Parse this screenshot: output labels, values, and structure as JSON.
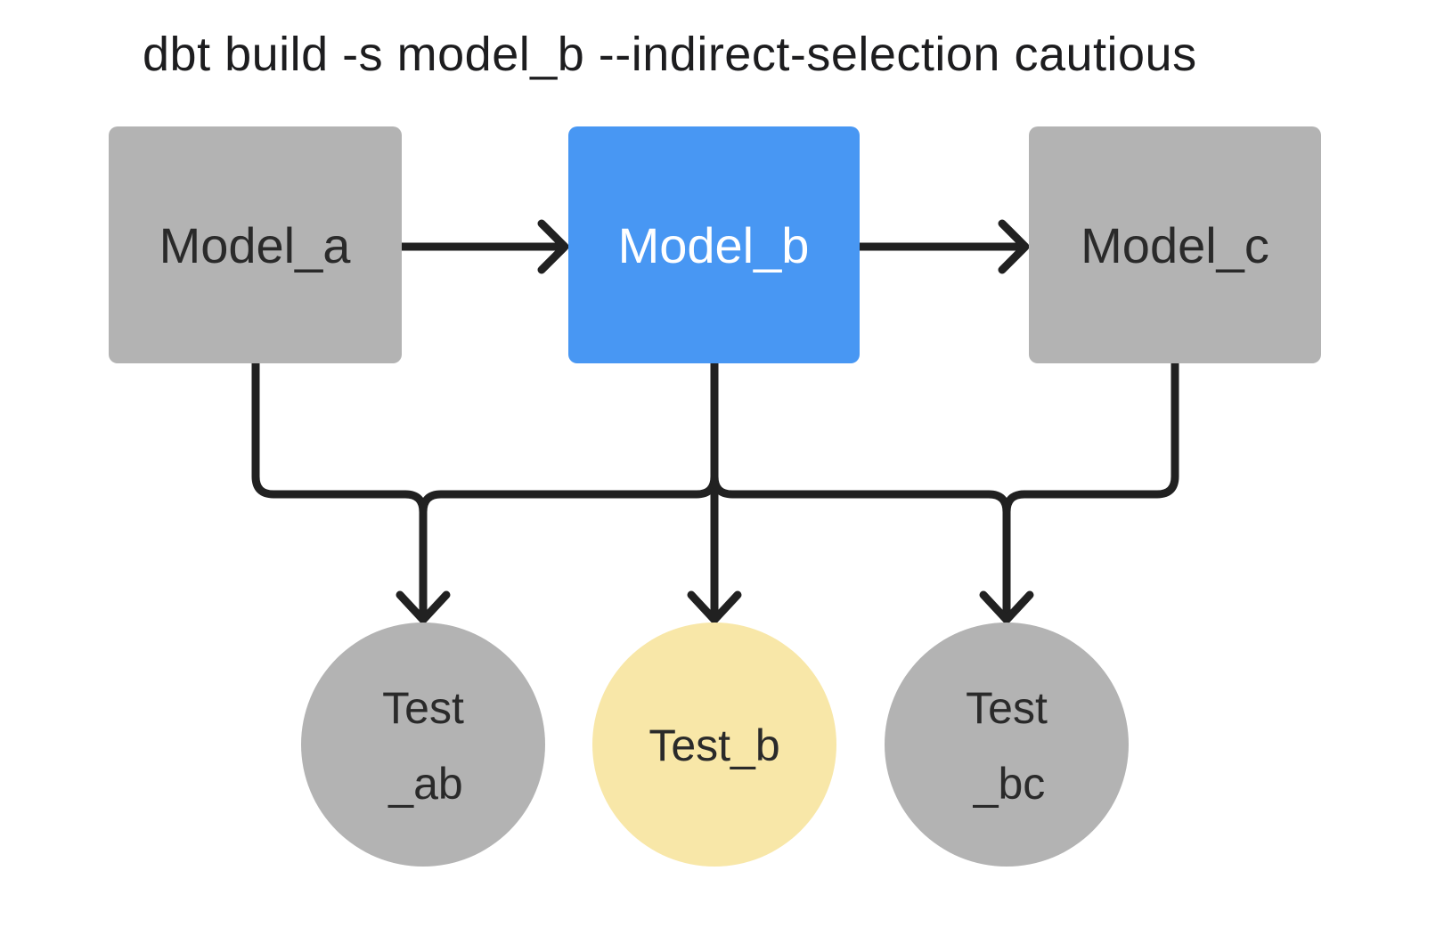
{
  "title": "dbt build -s model_b --indirect-selection cautious",
  "colors": {
    "background": "#ffffff",
    "node_gray": "#b3b3b3",
    "node_selected_blue": "#4897f3",
    "node_indirect_yellow": "#f8e7a8",
    "edge": "#212121",
    "text_dark": "#2a2a2a",
    "text_light": "#ffffff",
    "title_text": "#1d1d1f"
  },
  "nodes": {
    "model_a": {
      "label": "Model_a",
      "fill": "#b3b3b3"
    },
    "model_b": {
      "label": "Model_b",
      "fill": "#4897f3"
    },
    "model_c": {
      "label": "Model_c",
      "fill": "#b3b3b3"
    },
    "test_ab": {
      "label_line1": "Test",
      "label_line2": "_ab",
      "fill": "#b3b3b3"
    },
    "test_b": {
      "label": "Test_b",
      "fill": "#f8e7a8"
    },
    "test_bc": {
      "label_line1": "Test",
      "label_line2": "_bc",
      "fill": "#b3b3b3"
    }
  },
  "edges": [
    {
      "from": "model_a",
      "to": "model_b"
    },
    {
      "from": "model_b",
      "to": "model_c"
    },
    {
      "from": "model_a",
      "to": "test_ab"
    },
    {
      "from": "model_b",
      "to": "test_ab"
    },
    {
      "from": "model_b",
      "to": "test_b"
    },
    {
      "from": "model_b",
      "to": "test_bc"
    },
    {
      "from": "model_c",
      "to": "test_bc"
    }
  ]
}
